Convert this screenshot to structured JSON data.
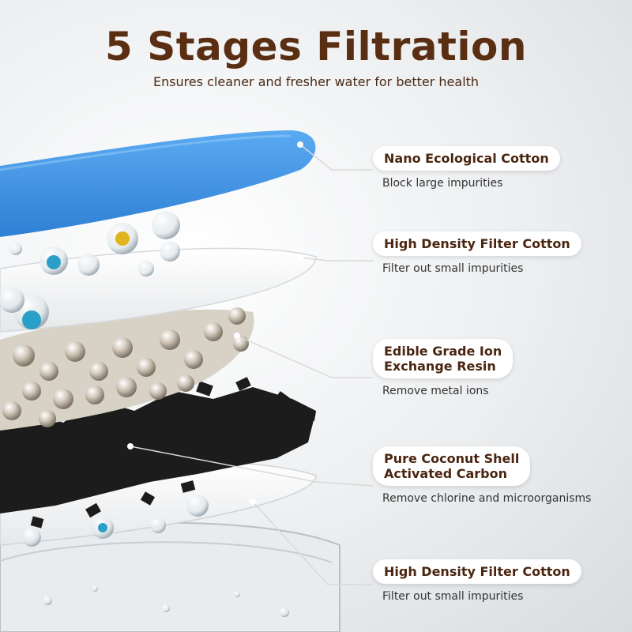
{
  "header": {
    "title": "5 Stages Filtration",
    "subtitle": "Ensures cleaner and fresher water for better health"
  },
  "stages": [
    {
      "label": "Nano Ecological Cotton",
      "description": "Block large impurities"
    },
    {
      "label": "High Density Filter Cotton",
      "description": "Filter out small impurities"
    },
    {
      "label": "Edible Grade Ion\nExchange Resin",
      "description": "Remove metal ions"
    },
    {
      "label": "Pure Coconut Shell\nActivated Carbon",
      "description": "Remove chlorine and microorganisms"
    },
    {
      "label": "High Density Filter Cotton",
      "description": "Filter out small impurities"
    }
  ],
  "colors": {
    "title": "#5a2e12",
    "sponge": "#3d8fe0",
    "carbon": "#1a1a1a",
    "label_text": "#4a2510"
  }
}
